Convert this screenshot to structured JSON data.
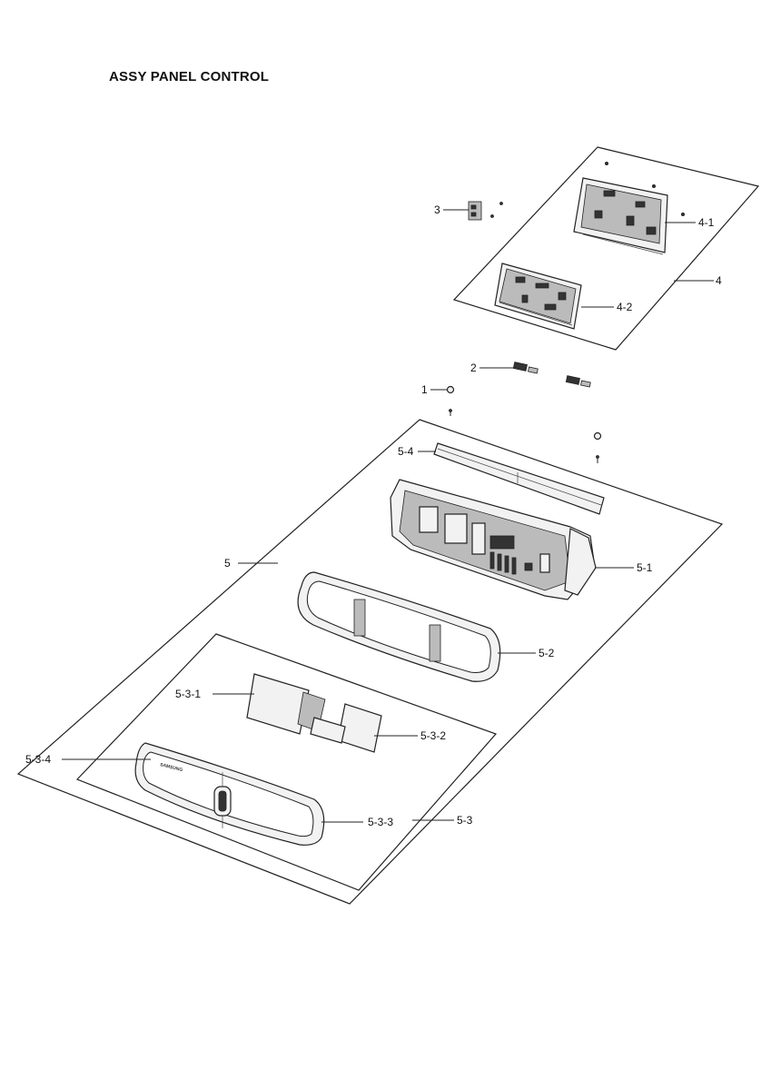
{
  "title": "ASSY PANEL CONTROL",
  "callouts": {
    "c1": "1",
    "c2": "2",
    "c3": "3",
    "c4": "4",
    "c4_1": "4-1",
    "c4_2": "4-2",
    "c5": "5",
    "c5_1": "5-1",
    "c5_2": "5-2",
    "c5_3": "5-3",
    "c5_3_1": "5-3-1",
    "c5_3_2": "5-3-2",
    "c5_3_3": "5-3-3",
    "c5_3_4": "5-3-4",
    "c5_4": "5-4"
  },
  "logo_text": "SAMSUNG"
}
